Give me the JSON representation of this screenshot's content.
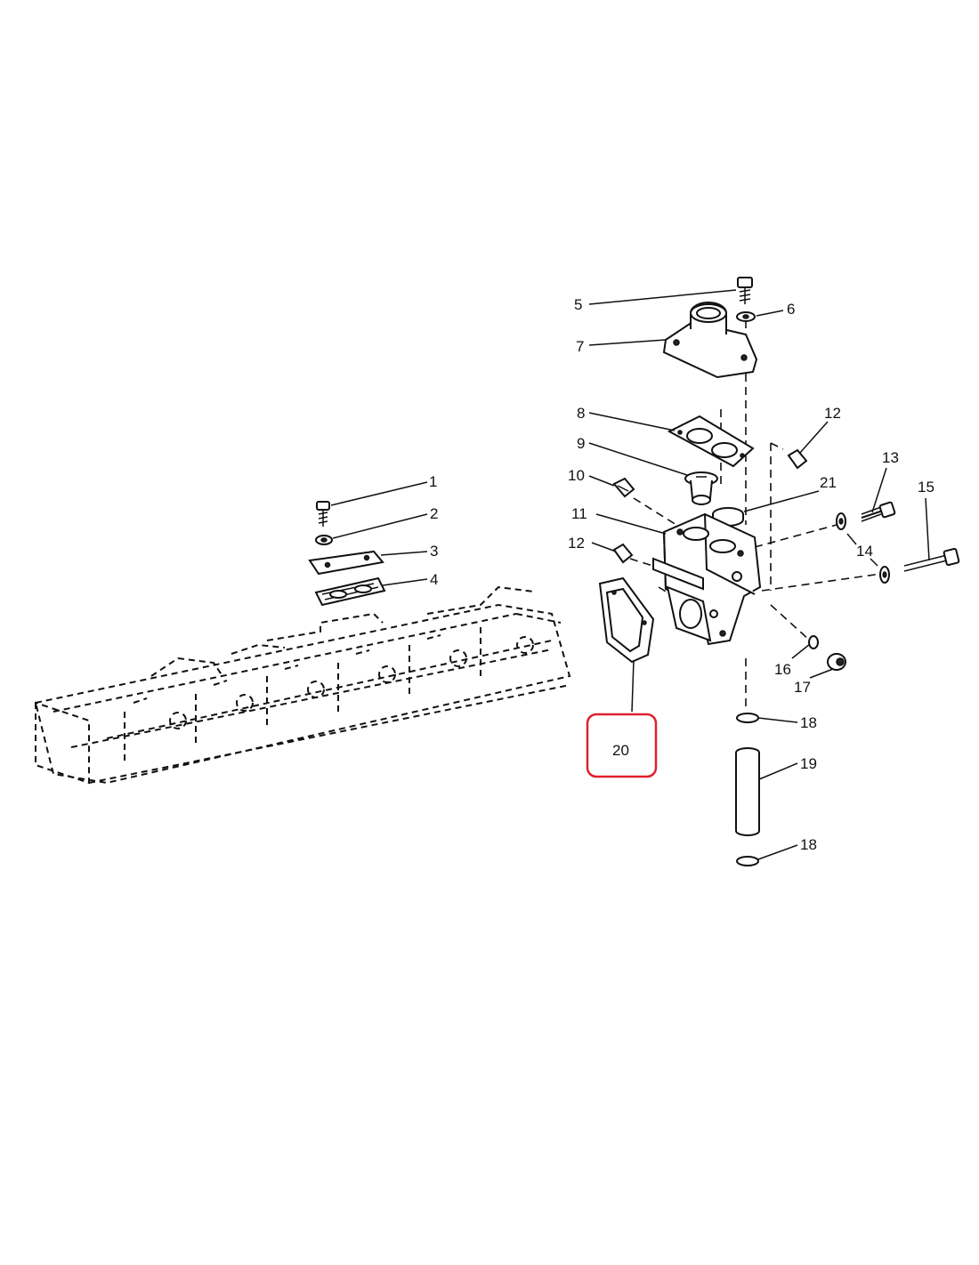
{
  "callouts": {
    "c1": "1",
    "c2": "2",
    "c3": "3",
    "c4": "4",
    "c5": "5",
    "c6": "6",
    "c7": "7",
    "c8": "8",
    "c9": "9",
    "c10": "10",
    "c11": "11",
    "c12a": "12",
    "c12b": "12",
    "c13": "13",
    "c14": "14",
    "c15": "15",
    "c16": "16",
    "c17": "17",
    "c18a": "18",
    "c18b": "18",
    "c19": "19",
    "c20": "20",
    "c21": "21"
  },
  "highlight": {
    "callout": "20",
    "color": "#e0202c"
  }
}
